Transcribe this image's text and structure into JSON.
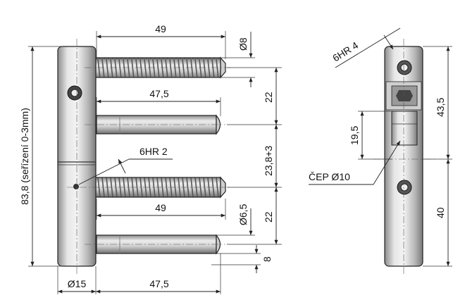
{
  "drawing": {
    "front_view": {
      "dims": {
        "screw_top_length": "49",
        "screw_top_diameter": "Ø8",
        "pin_top_length": "47,5",
        "gap_top": "22",
        "hex_drive": "6HR 2",
        "adjust_range": "23,8+3",
        "screw_bottom_length": "49",
        "screw_bottom_diameter": "Ø6,5",
        "gap_bottom": "22",
        "pin_offset": "8",
        "total_height": "83,8 (seřízení 0-3mm)",
        "body_diameter": "Ø15",
        "pin_bottom_length": "47,5"
      }
    },
    "side_view": {
      "dims": {
        "hex_drive": "6HR 4",
        "upper_height": "43,5",
        "inner_height": "19,5",
        "pin_diameter": "ČEP Ø10",
        "lower_height": "40"
      }
    }
  }
}
